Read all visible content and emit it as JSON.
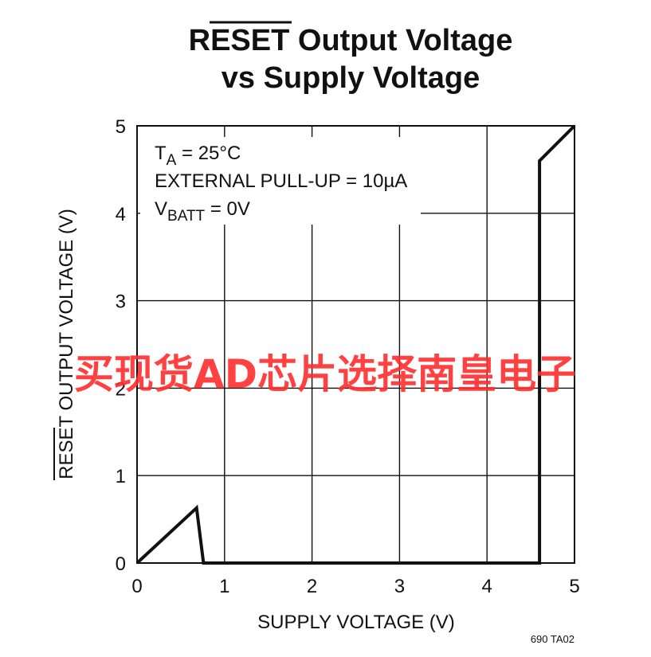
{
  "chart_data": {
    "type": "line",
    "title_line1_overbar": "RESET",
    "title_line1_rest": " Output Voltage",
    "title_line2": "vs Supply Voltage",
    "xlabel": "SUPPLY VOLTAGE (V)",
    "ylabel_overbar": "RESET",
    "ylabel_rest": " OUTPUT VOLTAGE (V)",
    "xlim": [
      0,
      5
    ],
    "ylim": [
      0,
      5
    ],
    "xticks": [
      "0",
      "1",
      "2",
      "3",
      "4",
      "5"
    ],
    "yticks": [
      "0",
      "1",
      "2",
      "3",
      "4",
      "5"
    ],
    "grid": true,
    "annotations": {
      "line1_main": "T",
      "line1_sub": "A",
      "line1_rest": " = 25°C",
      "line2": "EXTERNAL PULL-UP = 10µA",
      "line3_main": "V",
      "line3_sub": "BATT",
      "line3_rest": " = 0V"
    },
    "figure_id": "690 TA02",
    "series": [
      {
        "x": [
          0,
          0.68,
          0.76,
          4.6,
          4.6,
          5.0
        ],
        "y": [
          0,
          0.63,
          0,
          0,
          4.6,
          5.0
        ]
      }
    ]
  },
  "watermark": "买现货AD芯片选择南皇电子",
  "colors": {
    "ink": "#111111",
    "watermark": "#ff2d2d"
  }
}
